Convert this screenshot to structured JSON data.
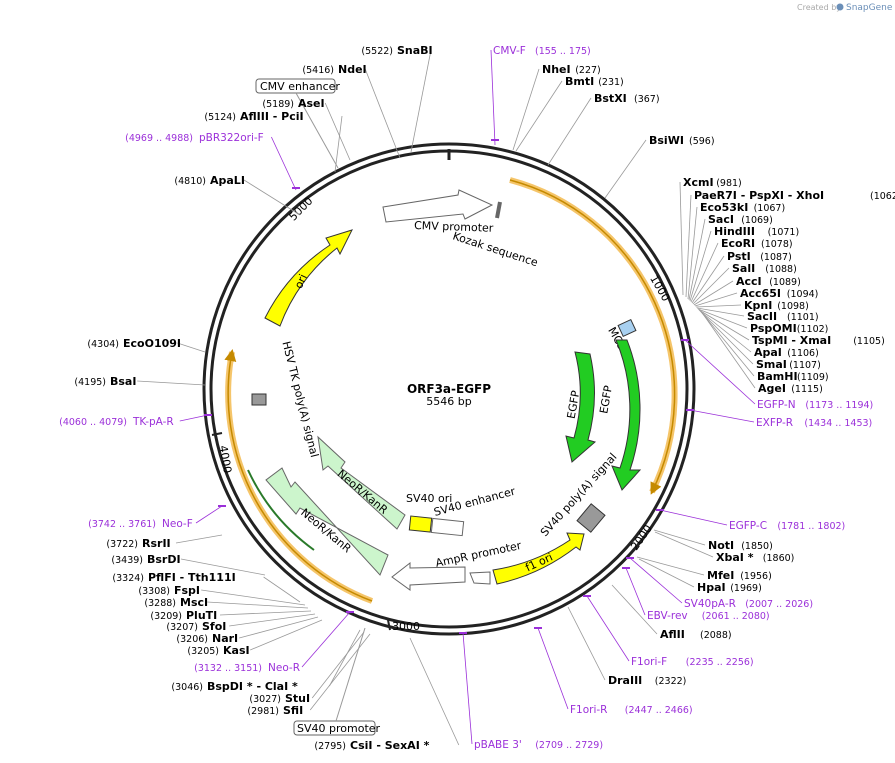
{
  "watermark": {
    "created_by": "Created by",
    "brand": "SnapGene"
  },
  "plasmid": {
    "name": "ORF3a-EGFP",
    "length_label": "5546 bp"
  },
  "ticks": [
    "1000",
    "2000",
    "3000",
    "4000",
    "5000"
  ],
  "features": {
    "cmv_promoter": "CMV promoter",
    "kozak": "Kozak sequence",
    "mcs": "MCS",
    "egfp_outer": "EGFP",
    "egfp_inner": "EGFP",
    "sv40_polya": "SV40 poly(A) signal",
    "f1_ori": "f1 ori",
    "ampr_promoter": "AmpR promoter",
    "sv40_ori": "SV40 ori",
    "sv40_enhancer": "SV40 enhancer",
    "neo_outer": "NeoR/KanR",
    "neo_inner": "NeoR/KanR",
    "hsv_tk": "HSV TK poly(A) signal",
    "ori": "ori",
    "cmv_enhancer": "CMV enhancer",
    "sv40_promoter": "SV40 promoter"
  },
  "enzymes": [
    {
      "name": "SnaBI",
      "pos": "(5522)"
    },
    {
      "name": "NdeI",
      "pos": "(5416)"
    },
    {
      "name": "AseI",
      "pos": "(5189)"
    },
    {
      "name": "AflIII",
      "name2": "PciI",
      "pos": "(5124)"
    },
    {
      "name": "ApaLI",
      "pos": "(4810)"
    },
    {
      "name": "EcoO109I",
      "pos": "(4304)"
    },
    {
      "name": "BsaI",
      "pos": "(4195)"
    },
    {
      "name": "RsrII",
      "pos": "(3722)"
    },
    {
      "name": "BsrDI",
      "pos": "(3439)"
    },
    {
      "name": "PflFI",
      "name2": "Tth111I",
      "pos": "(3324)"
    },
    {
      "name": "FspI",
      "pos": "(3308)"
    },
    {
      "name": "MscI",
      "pos": "(3288)"
    },
    {
      "name": "PluTI",
      "pos": "(3209)"
    },
    {
      "name": "SfoI",
      "pos": "(3207)"
    },
    {
      "name": "NarI",
      "pos": "(3206)"
    },
    {
      "name": "KasI",
      "pos": "(3205)"
    },
    {
      "name": "BspDI *",
      "name2": "ClaI *",
      "pos": "(3046)"
    },
    {
      "name": "StuI",
      "pos": "(3027)"
    },
    {
      "name": "SfiI",
      "pos": "(2981)"
    },
    {
      "name": "CsiI",
      "name2": "SexAI *",
      "pos": "(2795)"
    },
    {
      "name": "NheI",
      "pos": "(227)"
    },
    {
      "name": "BmtI",
      "pos": "(231)"
    },
    {
      "name": "BstXI",
      "pos": "(367)"
    },
    {
      "name": "BsiWI",
      "pos": "(596)"
    },
    {
      "name": "XcmI",
      "pos": "(981)"
    },
    {
      "name": "PaeR7I",
      "name2": "PspXI",
      "name3": "XhoI",
      "pos": "(1062)"
    },
    {
      "name": "Eco53kI",
      "pos": "(1067)"
    },
    {
      "name": "SacI",
      "pos": "(1069)"
    },
    {
      "name": "HindIII",
      "pos": "(1071)"
    },
    {
      "name": "EcoRI",
      "pos": "(1078)"
    },
    {
      "name": "PstI",
      "pos": "(1087)"
    },
    {
      "name": "SalI",
      "pos": "(1088)"
    },
    {
      "name": "AccI",
      "pos": "(1089)"
    },
    {
      "name": "Acc65I",
      "pos": "(1094)"
    },
    {
      "name": "KpnI",
      "pos": "(1098)"
    },
    {
      "name": "SacII",
      "pos": "(1101)"
    },
    {
      "name": "PspOMI",
      "pos": "(1102)"
    },
    {
      "name": "TspMI",
      "name2": "XmaI",
      "pos": "(1105)"
    },
    {
      "name": "ApaI",
      "pos": "(1106)"
    },
    {
      "name": "SmaI",
      "pos": "(1107)"
    },
    {
      "name": "BamHI",
      "pos": "(1109)"
    },
    {
      "name": "AgeI",
      "pos": "(1115)"
    },
    {
      "name": "NotI",
      "pos": "(1850)"
    },
    {
      "name": "XbaI *",
      "pos": "(1860)"
    },
    {
      "name": "MfeI",
      "pos": "(1956)"
    },
    {
      "name": "HpaI",
      "pos": "(1969)"
    },
    {
      "name": "AflII",
      "pos": "(2088)"
    },
    {
      "name": "DraIII",
      "pos": "(2322)"
    }
  ],
  "primers": [
    {
      "name": "CMV-F",
      "range": "(155 .. 175)"
    },
    {
      "name": "pBR322ori-F",
      "range": "(4969 .. 4988)"
    },
    {
      "name": "TK-pA-R",
      "range": "(4060 .. 4079)"
    },
    {
      "name": "Neo-F",
      "range": "(3742 .. 3761)"
    },
    {
      "name": "Neo-R",
      "range": "(3132 .. 3151)"
    },
    {
      "name": "pBABE 3'",
      "range": "(2709 .. 2729)"
    },
    {
      "name": "F1ori-R",
      "range": "(2447 .. 2466)"
    },
    {
      "name": "F1ori-F",
      "range": "(2235 .. 2256)"
    },
    {
      "name": "EBV-rev",
      "range": "(2061 .. 2080)"
    },
    {
      "name": "SV40pA-R",
      "range": "(2007 .. 2026)"
    },
    {
      "name": "EGFP-C",
      "range": "(1781 .. 1802)"
    },
    {
      "name": "EXFP-R",
      "range": "(1434 .. 1453)"
    },
    {
      "name": "EGFP-N",
      "range": "(1173 .. 1194)"
    }
  ],
  "colors": {
    "backbone": "#222222",
    "ori": "#ffff00",
    "egfp": "#22cc22",
    "neo": "#ccf5cc",
    "primer": "#9b30d9",
    "highlight": "#f5a623",
    "mcs": "#a8d0f0"
  }
}
